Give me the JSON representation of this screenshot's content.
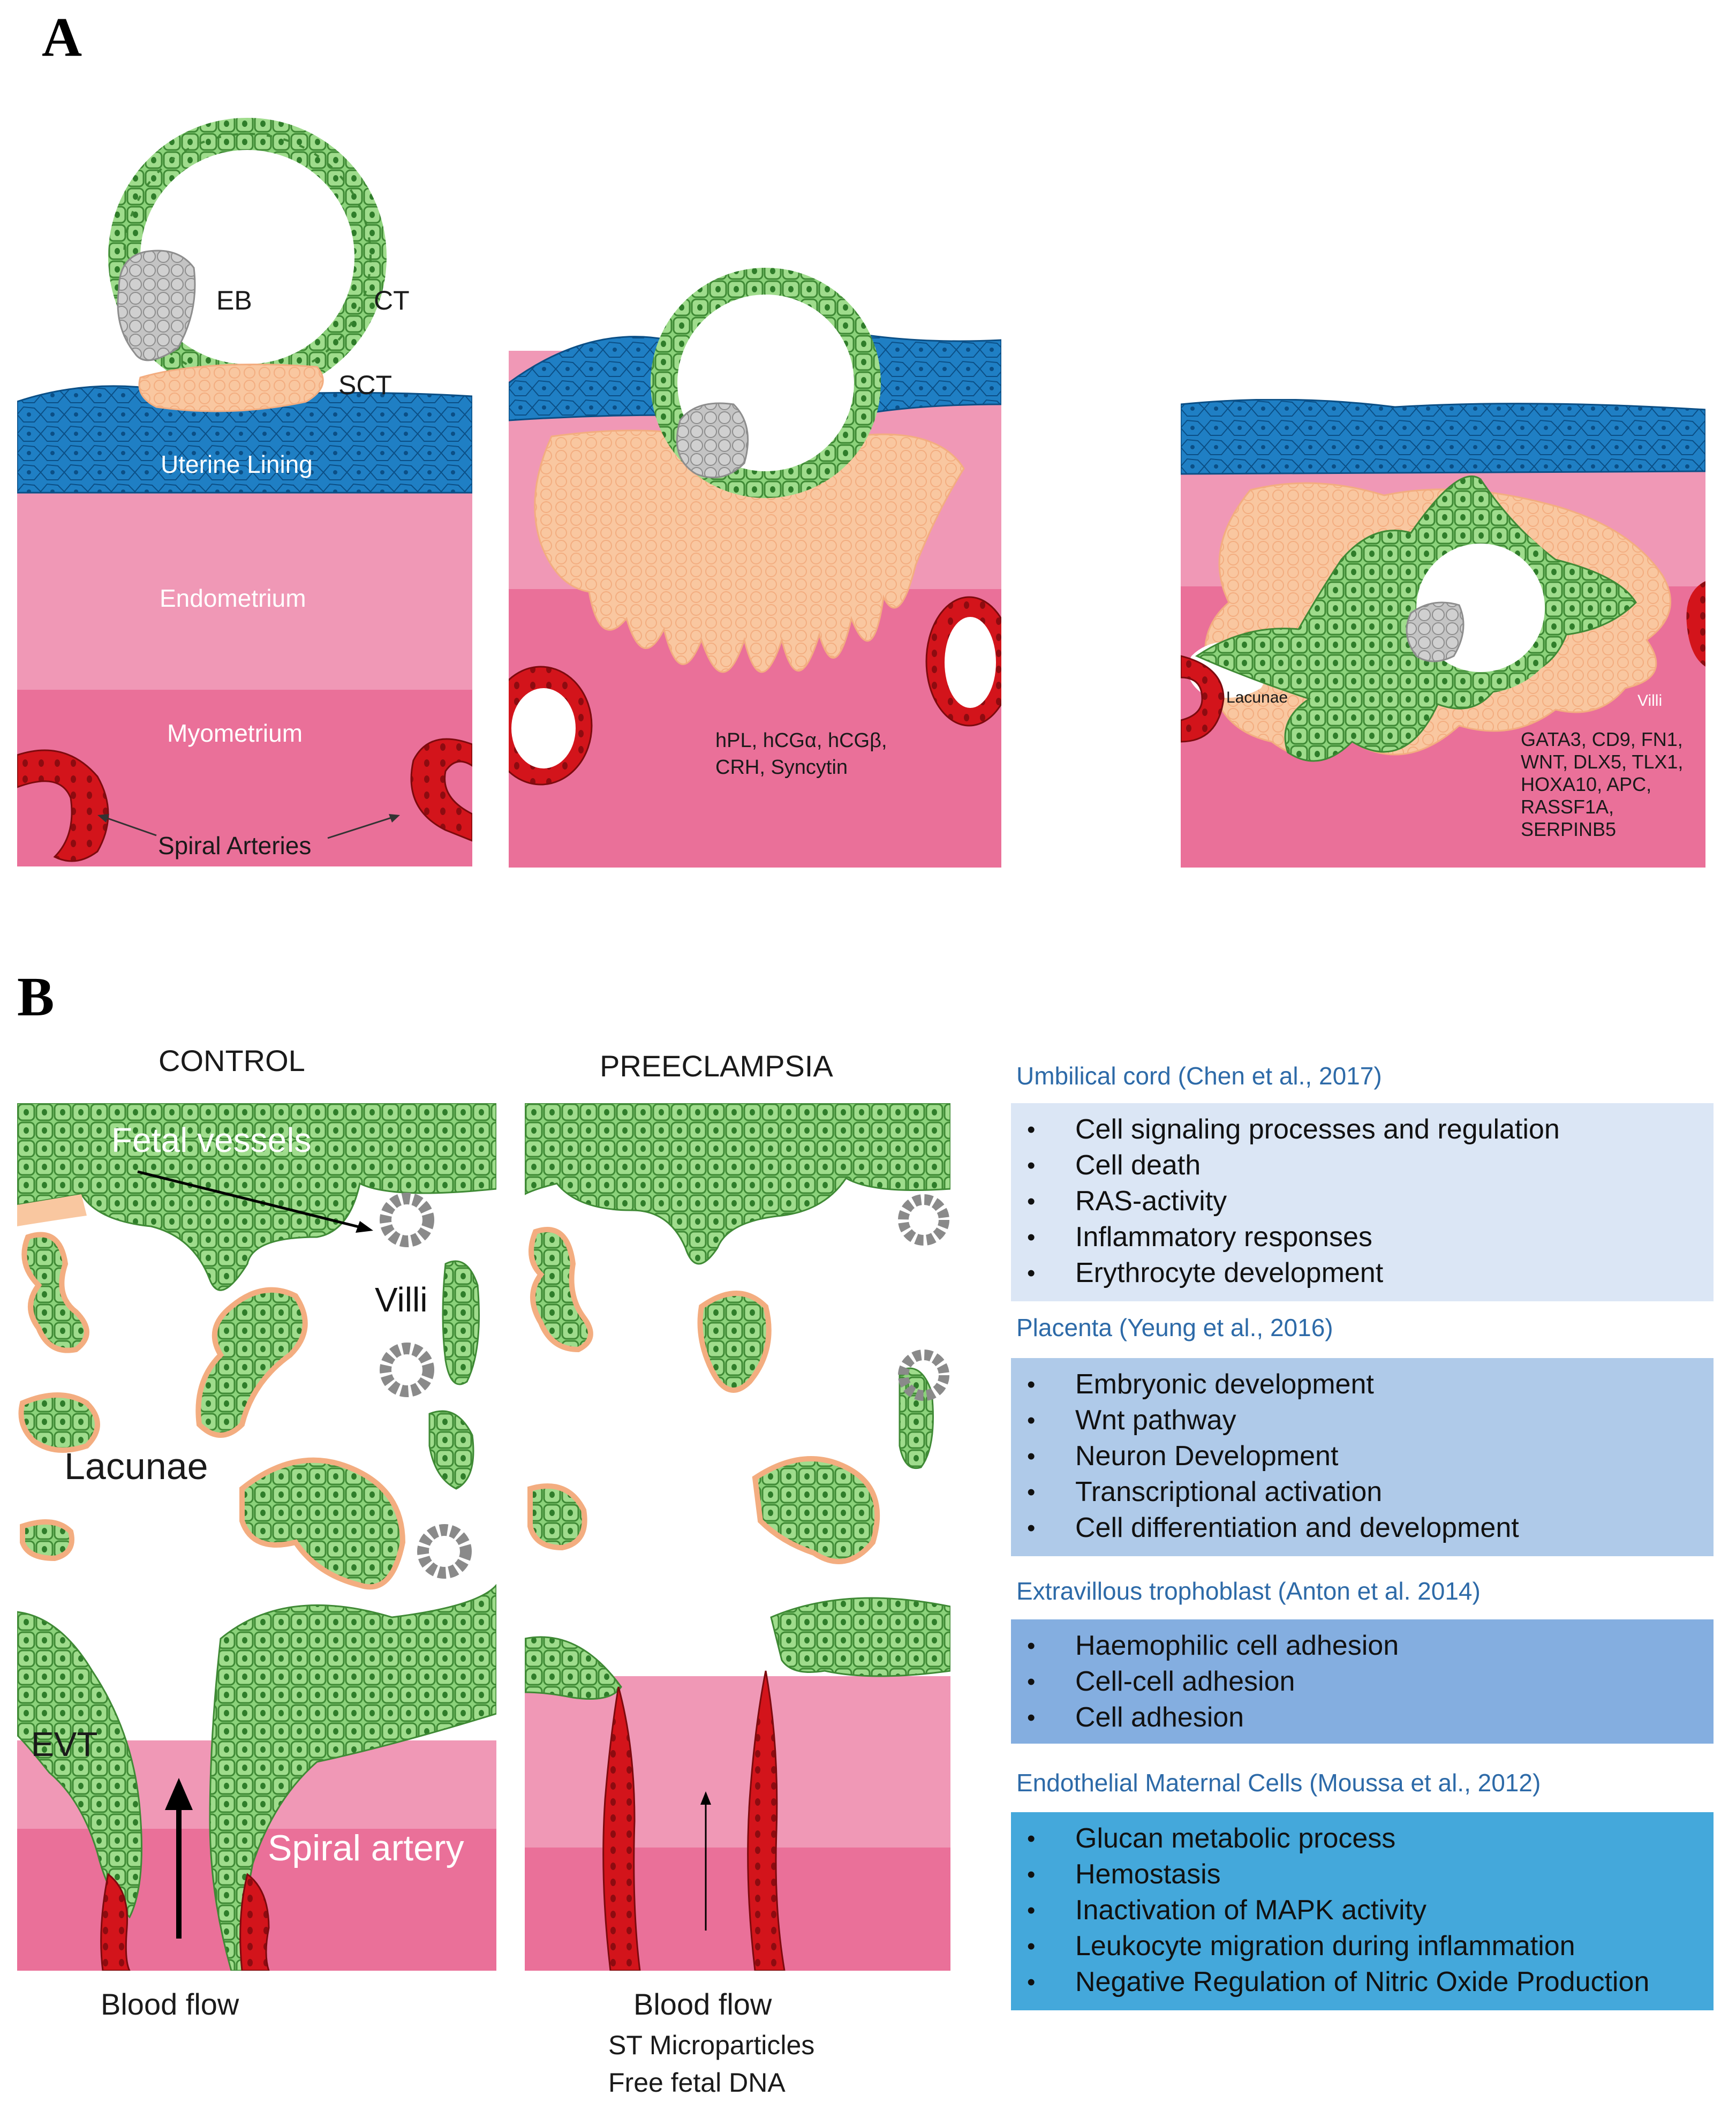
{
  "panel_a": {
    "label": "A",
    "stage1": {
      "eb": "EB",
      "ct": "CT",
      "sct": "SCT",
      "uterine_lining": "Uterine Lining",
      "endometrium": "Endometrium",
      "myometrium": "Myometrium",
      "spiral_arteries": "Spiral Arteries"
    },
    "stage2": {
      "markers_line1": "hPL, hCGα, hCGβ,",
      "markers_line2": "CRH, Syncytin"
    },
    "stage3": {
      "lacunae": "Lacunae",
      "villi": "Villi",
      "genes": [
        "GATA3, CD9, FN1,",
        "WNT, DLX5, TLX1,",
        "HOXA10, APC,",
        "RASSF1A,",
        "SERPINB5"
      ]
    }
  },
  "panel_b": {
    "label": "B",
    "control": {
      "title": "CONTROL",
      "fetal_vessels": "Fetal vessels",
      "villi": "Villi",
      "lacunae": "Lacunae",
      "evt": "EVT",
      "spiral_artery": "Spiral artery",
      "blood_flow": "Blood flow"
    },
    "preeclampsia": {
      "title": "PREECLAMPSIA",
      "blood_flow": "Blood flow",
      "note1": "ST Microparticles",
      "note2": "Free fetal DNA"
    },
    "sections": [
      {
        "title": "Umbilical cord (Chen et al., 2017)",
        "color": "#dbe6f5",
        "items": [
          "Cell signaling processes and regulation",
          "Cell death",
          "RAS-activity",
          "Inflammatory responses",
          "Erythrocyte development"
        ]
      },
      {
        "title": "Placenta (Yeung et al., 2016)",
        "color": "#afcae9",
        "items": [
          "Embryonic development",
          "Wnt pathway",
          "Neuron Development",
          "Transcriptional activation",
          "Cell differentiation and development"
        ]
      },
      {
        "title": "Extravillous trophoblast (Anton et al. 2014)",
        "color": "#84aee0",
        "items": [
          "Haemophilic cell adhesion",
          "Cell-cell adhesion",
          "Cell adhesion"
        ]
      },
      {
        "title": "Endothelial Maternal Cells (Moussa et al., 2012)",
        "color": "#44a8db",
        "items": [
          "Glucan metabolic process",
          "Hemostasis",
          "Inactivation of MAPK activity",
          "Leukocyte migration during inflammation",
          "Negative Regulation of Nitric Oxide Production"
        ]
      }
    ],
    "bullet": "•"
  },
  "colors": {
    "uterine_blue": "#1f7fc4",
    "endometrium_pink": "#f098b6",
    "myometrium_pink": "#ea7099",
    "trophoblast_green": "#7fc46a",
    "syncytio_peach": "#f9c7a0",
    "artery_red": "#d3141b",
    "embryoblast_grey": "#bdbdbd"
  }
}
